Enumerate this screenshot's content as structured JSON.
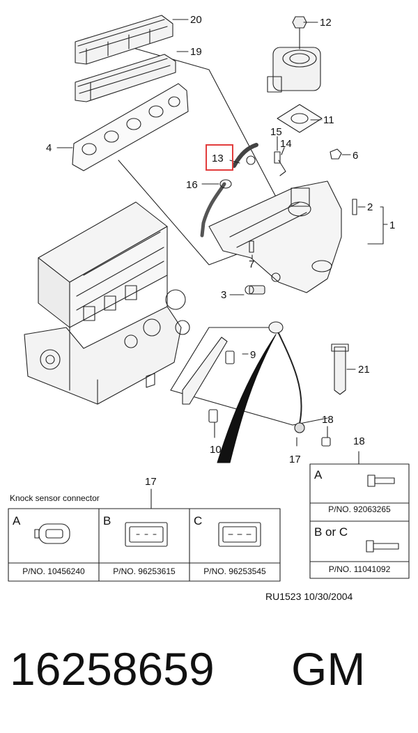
{
  "callouts": {
    "c1": "1",
    "c2": "2",
    "c3": "3",
    "c4": "4",
    "c6": "6",
    "c7": "7",
    "c9": "9",
    "c10": "10",
    "c11": "11",
    "c12": "12",
    "c13": "13",
    "c14": "14",
    "c15": "15",
    "c16": "16",
    "c17a": "17",
    "c17b": "17",
    "c18a": "18",
    "c18b": "18",
    "c19": "19",
    "c20": "20",
    "c21": "21"
  },
  "highlight_color": "#e23c3c",
  "knock_sensor": {
    "caption": "Knock sensor connector",
    "options": [
      {
        "letter": "A",
        "pn": "P/NO. 10456240"
      },
      {
        "letter": "B",
        "pn": "P/NO. 96253615"
      },
      {
        "letter": "C",
        "pn": "P/NO. 96253545"
      }
    ]
  },
  "bolt_options": [
    {
      "letter": "A",
      "pn": "P/NO. 92063265"
    },
    {
      "letter": "B or C",
      "pn": "P/NO. 11041092"
    }
  ],
  "ref_code": "RU1523  10/30/2004",
  "part_number": "16258659",
  "brand": "GM"
}
